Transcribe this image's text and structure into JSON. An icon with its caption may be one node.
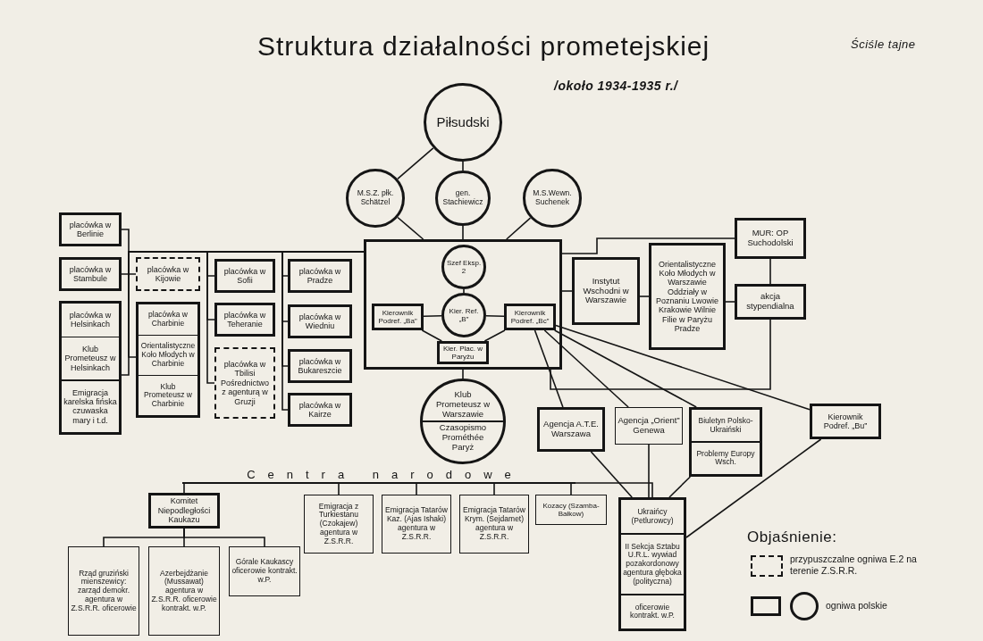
{
  "diagram": {
    "title": "Struktura działalności prometejskiej",
    "nodes": [
      {
        "text": [
          "Piłsudski"
        ]
      },
      {
        "text": [
          "M.S.Z. płk. Schätzel"
        ]
      },
      {
        "text": [
          "gen. Stachiewicz"
        ]
      },
      {
        "text": [
          "M.S.Wewn. Suchenek"
        ]
      },
      {
        "text": [],
        "shape": "box"
      },
      {
        "text": [
          "Szef Eksp. 2"
        ],
        "in": 4
      },
      {
        "text": [
          "Kier. Ref. „B”"
        ],
        "in": 4
      },
      {
        "text": [
          "Kierownik Podref. „Ba”"
        ],
        "in": 4
      },
      {
        "text": [
          "Kierownik Podref. „Bc”"
        ],
        "in": 4
      },
      {
        "text": [
          "Kier. Plac. w Paryżu"
        ],
        "in": 4
      },
      {
        "text": [
          "Klub Prometeusz w Warszawie",
          "Czasopismo Prométhée Paryż"
        ]
      },
      {
        "text": [
          "placówka w Berlinie"
        ]
      },
      {
        "text": [
          "placówka w Stambule"
        ]
      },
      {
        "text": [
          "placówka w Helsinkach",
          "Klub Prometeusz w Helsinkach",
          "Emigracja karelska fińska czuwaska mary i t.d."
        ]
      },
      {
        "text": [
          "placówka w Kijowie"
        ]
      },
      {
        "text": [
          "placówka w Charbinie",
          "Orientalistyczne Koło Młodych w Charbinie",
          "Klub Prometeusz w Charbinie"
        ]
      },
      {
        "text": [
          "placówka w Sofii"
        ]
      },
      {
        "text": [
          "placówka w Teheranie"
        ]
      },
      {
        "text": [
          "placówka w Tbilisi Pośrednictwo z agenturą w Gruzji"
        ]
      },
      {
        "text": [
          "placówka w Pradze"
        ]
      },
      {
        "text": [
          "placówka w Wiedniu"
        ]
      },
      {
        "text": [
          "placówka w Bukareszcie"
        ]
      },
      {
        "text": [
          "placówka w Kairze"
        ]
      },
      {
        "text": [
          "Instytut Wschodni w Warszawie"
        ]
      },
      {
        "text": [
          "Orientalistyczne Koło Młodych w Warszawie Oddziały w Poznaniu Lwowie Krakowie Wilnie Filie w Paryżu Pradze"
        ]
      },
      {
        "text": [
          "MUR: OP Suchodolski"
        ]
      },
      {
        "text": [
          "akcja stypendialna"
        ]
      },
      {
        "text": [
          "Agencja A.T.E. Warszawa"
        ]
      },
      {
        "text": [
          "Agencja „Orient” Genewa"
        ]
      },
      {
        "text": [
          "Biuletyn Polsko-Ukraiński",
          "Problemy Europy Wsch."
        ]
      },
      {
        "text": [
          "Kierownik Podref. „Bu”"
        ]
      },
      {
        "text": [
          "Centra narodowe"
        ]
      },
      {
        "text": [
          "Komitet Niepodległości Kaukazu"
        ]
      },
      {
        "text": [
          "Rząd gruziński mienszewicy: zarząd demokr. agentura w Z.S.R.R. oficerowie"
        ]
      },
      {
        "text": [
          "Azerbejdżanie (Mussawat) agentura w Z.S.R.R. oficerowie kontrakt. w.P."
        ]
      },
      {
        "text": [
          "Górale Kaukascy oficerowie kontrakt. w.P."
        ]
      },
      {
        "text": [
          "Emigracja z Turkiestanu (Czokajew) agentura w Z.S.R.R."
        ]
      },
      {
        "text": [
          "Emigracja Tatarów Kaz. (Ajas Ishaki) agentura w Z.S.R.R."
        ]
      },
      {
        "text": [
          "Emigracja Tatarów Krym. (Sejdamet) agentura w Z.S.R.R."
        ]
      },
      {
        "text": [
          "Kozacy (Szamba-Bałkow)"
        ]
      },
      {
        "text": [
          "Ukraińcy (Petlurowcy)",
          "II Sekcja Sztabu U.R.L. wywiad pozakordonowy agentura głęboka (polityczna)",
          "oficerowie kontrakt. w.P."
        ]
      }
    ],
    "edges": [
      {
        "from": 0,
        "to": 1,
        "arrow": "none"
      },
      {
        "from": 0,
        "to": 2,
        "arrow": "none"
      },
      {
        "from": 1,
        "to": 4,
        "arrow": "none"
      },
      {
        "from": 2,
        "to": 4,
        "arrow": "none"
      },
      {
        "from": 3,
        "to": 4,
        "arrow": "none"
      },
      {
        "from": 5,
        "to": 6,
        "arrow": "none"
      },
      {
        "from": 6,
        "to": 7,
        "arrow": "none"
      },
      {
        "from": 6,
        "to": 8,
        "arrow": "none"
      },
      {
        "from": 7,
        "to": 9,
        "arrow": "none"
      },
      {
        "from": 8,
        "to": 9,
        "arrow": "none"
      },
      {
        "from": 4,
        "to": 10,
        "arrow": "none"
      },
      {
        "from": 4,
        "to": 11,
        "arrow": "none"
      },
      {
        "from": 4,
        "to": 12,
        "arrow": "none"
      },
      {
        "from": 4,
        "to": 14,
        "arrow": "none"
      },
      {
        "from": 4,
        "to": 13,
        "arrow": "none"
      },
      {
        "from": 4,
        "to": 15,
        "arrow": "none"
      },
      {
        "from": 4,
        "to": 16,
        "arrow": "none"
      },
      {
        "from": 4,
        "to": 17,
        "arrow": "none"
      },
      {
        "from": 4,
        "to": 18,
        "arrow": "none"
      },
      {
        "from": 4,
        "to": 19,
        "arrow": "none"
      },
      {
        "from": 4,
        "to": 20,
        "arrow": "none"
      },
      {
        "from": 4,
        "to": 21,
        "arrow": "none"
      },
      {
        "from": 4,
        "to": 22,
        "arrow": "none"
      },
      {
        "from": 4,
        "to": 25,
        "arrow": "none"
      },
      {
        "from": 4,
        "to": 23,
        "arrow": "none"
      },
      {
        "from": 23,
        "to": 24,
        "arrow": "none"
      },
      {
        "from": 24,
        "to": 26,
        "arrow": "none"
      },
      {
        "from": 25,
        "to": 26,
        "arrow": "none"
      },
      {
        "from": 4,
        "to": 26,
        "arrow": "none"
      },
      {
        "from": 8,
        "to": 27,
        "arrow": "none"
      },
      {
        "from": 8,
        "to": 28,
        "arrow": "none"
      },
      {
        "from": 8,
        "to": 29,
        "arrow": "none"
      },
      {
        "from": 8,
        "to": 30,
        "arrow": "none"
      },
      {
        "from": 27,
        "to": 40,
        "arrow": "none"
      },
      {
        "from": 28,
        "to": 40,
        "arrow": "none"
      },
      {
        "from": 29,
        "to": 40,
        "arrow": "none"
      },
      {
        "from": 30,
        "to": 40,
        "arrow": "none"
      },
      {
        "from": 31,
        "to": 32,
        "arrow": "none"
      },
      {
        "from": 31,
        "to": 36,
        "arrow": "none"
      },
      {
        "from": 31,
        "to": 37,
        "arrow": "none"
      },
      {
        "from": 31,
        "to": 38,
        "arrow": "none"
      },
      {
        "from": 31,
        "to": 39,
        "arrow": "none"
      },
      {
        "from": 31,
        "to": 40,
        "arrow": "none"
      },
      {
        "from": 32,
        "to": 33,
        "arrow": "none"
      },
      {
        "from": 32,
        "to": 34,
        "arrow": "none"
      },
      {
        "from": 32,
        "to": 35,
        "arrow": "none"
      }
    ],
    "labels": [
      "/około 1934-1935 r./",
      "Ściśle tajne",
      "Objaśnienie:"
    ],
    "legend": [
      {
        "text": "przypuszczalne ogniwa E.2 na terenie Z.S.R.R."
      },
      {
        "text": "ogniwa polskie"
      }
    ]
  }
}
